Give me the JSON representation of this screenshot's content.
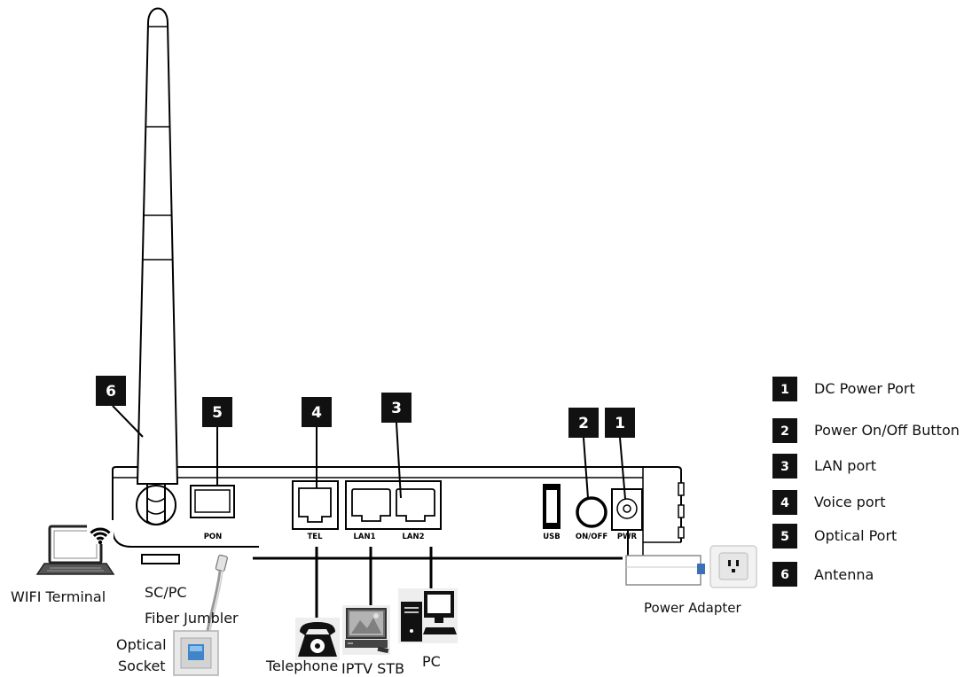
{
  "callouts": {
    "antenna": "6",
    "optical_port": "5",
    "voice_port": "4",
    "lan_port": "3",
    "power_button": "2",
    "dc_power_port": "1"
  },
  "ports": {
    "pon": "PON",
    "tel": "TEL",
    "lan1": "LAN1",
    "lan2": "LAN2",
    "usb": "USB",
    "on_off": "ON/OFF",
    "pwr": "PWR"
  },
  "devices": {
    "wifi_terminal": "WIFI Terminal",
    "fiber_jumbler": [
      "SC/PC",
      "Fiber Jumbler"
    ],
    "optical_socket": [
      "Optical",
      "Socket"
    ],
    "telephone": "Telephone",
    "iptv_stb": "IPTV STB",
    "pc": "PC",
    "power_adapter": "Power Adapter"
  },
  "legend": [
    {
      "number": "1",
      "label": "DC Power Port"
    },
    {
      "number": "2",
      "label": "Power On/Off Button"
    },
    {
      "number": "3",
      "label": "LAN port"
    },
    {
      "number": "4",
      "label": "Voice port"
    },
    {
      "number": "5",
      "label": "Optical Port"
    },
    {
      "number": "6",
      "label": "Antenna"
    }
  ],
  "icons": [
    "laptop-icon",
    "wifi-icon",
    "fiber-jumper-icon",
    "optical-socket-icon",
    "telephone-icon",
    "iptv-stb-icon",
    "pc-icon",
    "power-adapter-icon",
    "power-outlet-icon"
  ],
  "colors": {
    "callout_fill": "#111111",
    "line": "#000000",
    "optical_port_blue": "#3f86c9",
    "adapter_plug_blue": "#3b6fb6"
  }
}
